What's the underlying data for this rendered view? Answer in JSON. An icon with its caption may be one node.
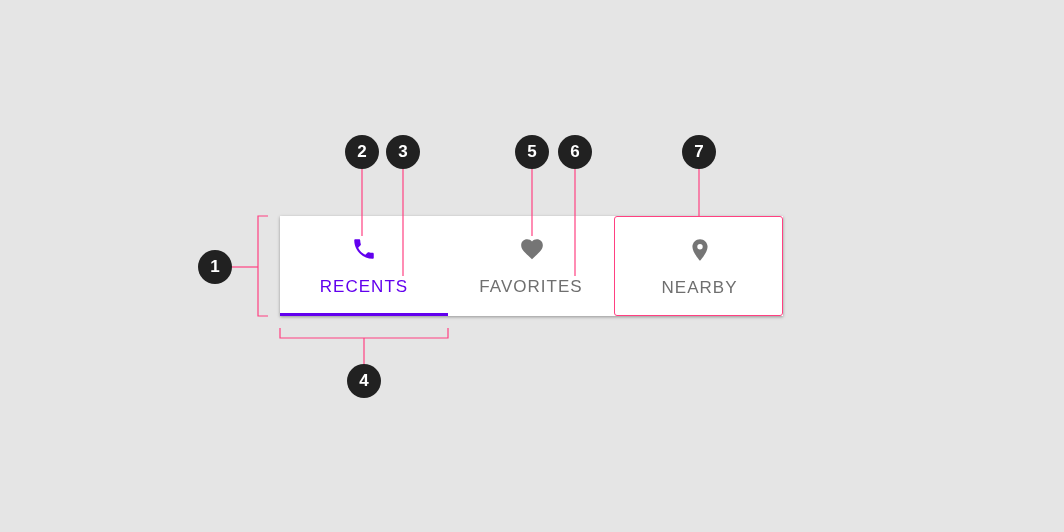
{
  "diagram": {
    "nodes": [
      {
        "text": [
          "1"
        ]
      },
      {
        "text": [
          "2"
        ]
      },
      {
        "text": [
          "3"
        ]
      },
      {
        "text": [
          "4"
        ]
      },
      {
        "text": [
          "5"
        ]
      },
      {
        "text": [
          "6"
        ]
      },
      {
        "text": [
          "7"
        ]
      },
      {
        "text": [],
        "shape": "bar"
      },
      {
        "text": [],
        "shape": "box",
        "in": 7
      },
      {
        "text": [],
        "shape": "box",
        "in": 7
      },
      {
        "text": [],
        "shape": "box",
        "in": 7
      },
      {
        "text": [],
        "shape": "picture",
        "in": 8
      },
      {
        "text": [
          "RECENTS"
        ],
        "in": 8
      },
      {
        "text": [],
        "shape": "picture",
        "in": 9
      },
      {
        "text": [
          "FAVORITES"
        ],
        "in": 9
      },
      {
        "text": [],
        "shape": "picture",
        "in": 10
      },
      {
        "text": [
          "NEARBY"
        ],
        "in": 10
      },
      {
        "text": [],
        "shape": "bar",
        "in": 8
      }
    ],
    "edges": [
      {
        "from": 0,
        "to": 7,
        "arrow": "none"
      },
      {
        "from": 1,
        "to": 11,
        "arrow": "none"
      },
      {
        "from": 2,
        "to": 12,
        "arrow": "none"
      },
      {
        "from": 3,
        "to": 17,
        "arrow": "none"
      },
      {
        "from": 4,
        "to": 13,
        "arrow": "none"
      },
      {
        "from": 5,
        "to": 14,
        "arrow": "none"
      },
      {
        "from": 6,
        "to": 10,
        "arrow": "none"
      }
    ]
  }
}
